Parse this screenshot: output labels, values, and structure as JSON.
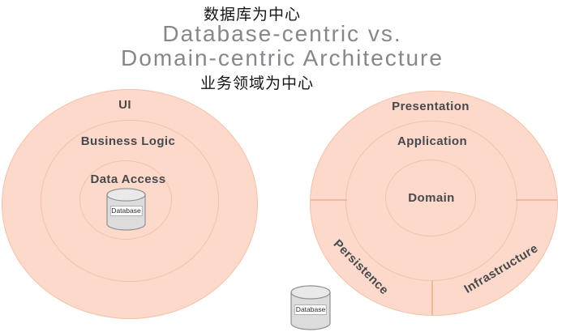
{
  "title": {
    "top_annotation": "数据库为中心",
    "line1": "Database-centric vs.",
    "line2": "Domain-centric Architecture",
    "bottom_annotation": "业务领域为中心"
  },
  "colors": {
    "circle_fill": "#fcd9cb",
    "circle_stroke": "#f3c2a8",
    "title_text": "#85878a",
    "ring_label_text": "#49494b",
    "annotation_text": "#151515",
    "cylinder_body": "#dcdcdc",
    "cylinder_top": "#e9e9e9",
    "cylinder_stroke": "#8f8f8f"
  },
  "left_diagram": {
    "type": "concentric-rings",
    "theme": "database-centric",
    "rings": [
      {
        "label": "UI"
      },
      {
        "label": "Business Logic"
      },
      {
        "label": "Data Access"
      }
    ],
    "center_item": {
      "shape": "database-cylinder",
      "label": "Database"
    }
  },
  "right_diagram": {
    "type": "concentric-rings",
    "theme": "domain-centric",
    "rings": [
      {
        "label": "Presentation"
      },
      {
        "label": "Application"
      },
      {
        "label": "Domain"
      }
    ],
    "outer_ring_sections": [
      {
        "label": "Persistence",
        "rotation_deg": 45
      },
      {
        "label": "Infrastructure",
        "rotation_deg": -31
      }
    ],
    "external_item": {
      "shape": "database-cylinder",
      "label": "Database"
    }
  }
}
